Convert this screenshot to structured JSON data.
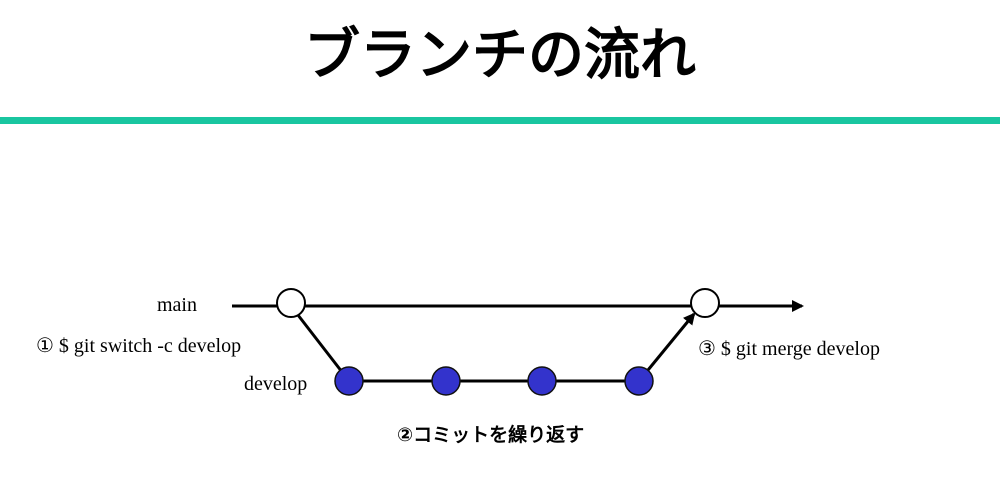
{
  "title": "ブランチの流れ",
  "colors": {
    "accent_rule": "#19c6a0",
    "commit_fill": "#3333cc",
    "line": "#000000"
  },
  "labels": {
    "main": "main",
    "develop": "develop",
    "step1": "① $ git switch -c develop",
    "step2": "②コミットを繰り返す",
    "step3": "③ $ git merge develop"
  },
  "develop_commit_count": 4
}
